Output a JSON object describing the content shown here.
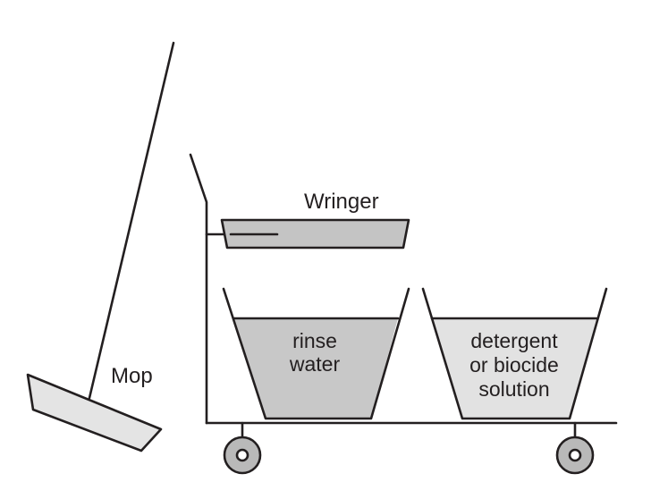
{
  "labels": {
    "wringer": "Wringer",
    "mop": "Mop",
    "bucket_left_line1": "rinse",
    "bucket_left_line2": "water",
    "bucket_right_line1": "detergent",
    "bucket_right_line2": "or biocide",
    "bucket_right_line3": "solution"
  },
  "colors": {
    "outline": "#231f20",
    "rinse_fill": "#c8c8c8",
    "solution_fill": "#e2e2e2",
    "mop_head_fill": "#e4e4e4",
    "wringer_fill": "#c4c4c4",
    "wheel_fill": "#b9b9b9"
  }
}
